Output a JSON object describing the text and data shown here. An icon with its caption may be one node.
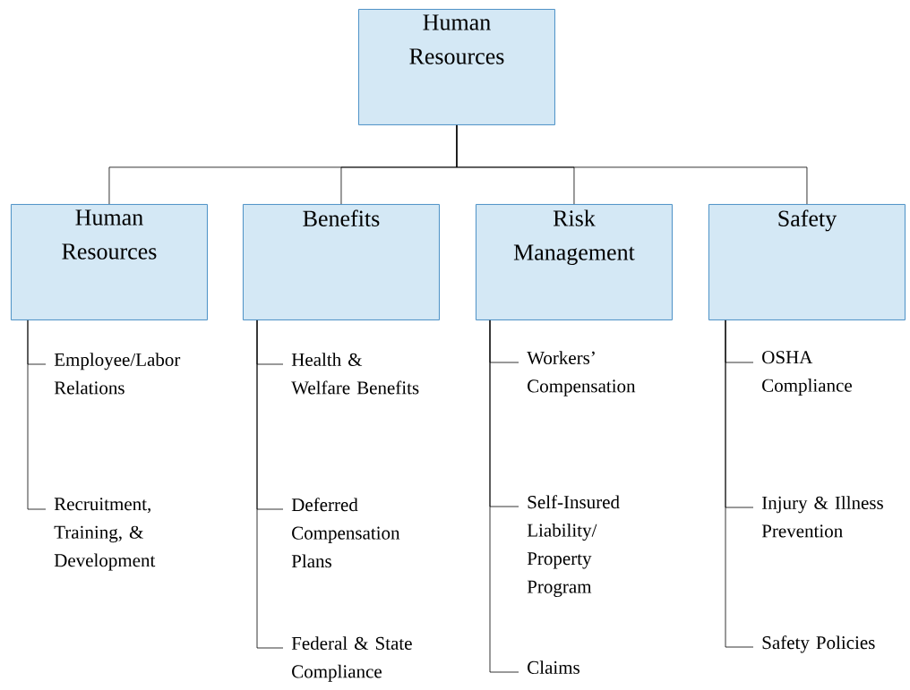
{
  "diagram": {
    "nodes": [
      {
        "text": [
          "Human Resources"
        ]
      },
      {
        "text": [
          "Human Resources"
        ]
      },
      {
        "text": [
          "Benefits"
        ]
      },
      {
        "text": [
          "Risk Management"
        ]
      },
      {
        "text": [
          "Safety"
        ]
      },
      {
        "text": [
          "Employee/Labor Relations"
        ]
      },
      {
        "text": [
          "Recruitment, Training, & Development"
        ]
      },
      {
        "text": [
          "Health & Welfare Benefits"
        ]
      },
      {
        "text": [
          "Deferred Compensation Plans"
        ]
      },
      {
        "text": [
          "Federal & State Compliance"
        ]
      },
      {
        "text": [
          "Workers’ Compensation"
        ]
      },
      {
        "text": [
          "Self-Insured Liability/ Property Program"
        ]
      },
      {
        "text": [
          "Claims"
        ]
      },
      {
        "text": [
          "OSHA Compliance"
        ]
      },
      {
        "text": [
          "Injury & Illness Prevention"
        ]
      },
      {
        "text": [
          "Safety Policies"
        ]
      }
    ],
    "edges": [
      {
        "from": 0,
        "to": 1,
        "arrow": "none"
      },
      {
        "from": 0,
        "to": 2,
        "arrow": "none"
      },
      {
        "from": 0,
        "to": 3,
        "arrow": "none"
      },
      {
        "from": 0,
        "to": 4,
        "arrow": "none"
      },
      {
        "from": 1,
        "to": 5,
        "arrow": "none"
      },
      {
        "from": 1,
        "to": 6,
        "arrow": "none"
      },
      {
        "from": 2,
        "to": 7,
        "arrow": "none"
      },
      {
        "from": 2,
        "to": 8,
        "arrow": "none"
      },
      {
        "from": 2,
        "to": 9,
        "arrow": "none"
      },
      {
        "from": 3,
        "to": 10,
        "arrow": "none"
      },
      {
        "from": 3,
        "to": 11,
        "arrow": "none"
      },
      {
        "from": 3,
        "to": 12,
        "arrow": "none"
      },
      {
        "from": 4,
        "to": 13,
        "arrow": "none"
      },
      {
        "from": 4,
        "to": 14,
        "arrow": "none"
      },
      {
        "from": 4,
        "to": 15,
        "arrow": "none"
      }
    ]
  }
}
